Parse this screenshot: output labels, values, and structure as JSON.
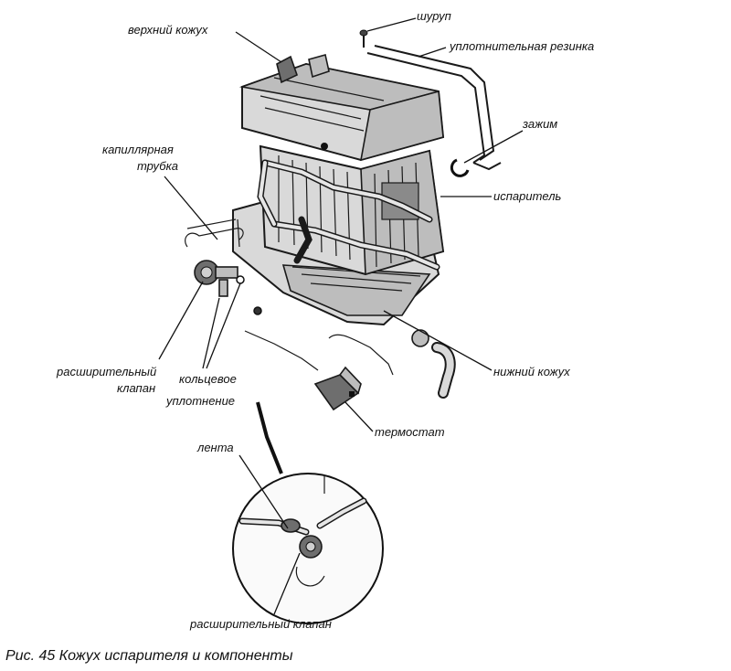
{
  "labels": {
    "upper_housing": "верхний кожух",
    "screw": "шуруп",
    "seal_rubber": "уплотнительная резинка",
    "clamp": "зажим",
    "capillary_tube_1": "капиллярная",
    "capillary_tube_2": "трубка",
    "evaporator": "испаритель",
    "lower_housing": "нижний кожух",
    "expansion_valve_1": "расширительный",
    "expansion_valve_2": "клапан",
    "o_ring_1": "кольцевое",
    "o_ring_2": "уплотнение",
    "thermostat": "термостат",
    "tape": "лента",
    "expansion_valve_detail": "расширительный клапан"
  },
  "caption": "Рис. 45 Кожух испарителя и компоненты"
}
